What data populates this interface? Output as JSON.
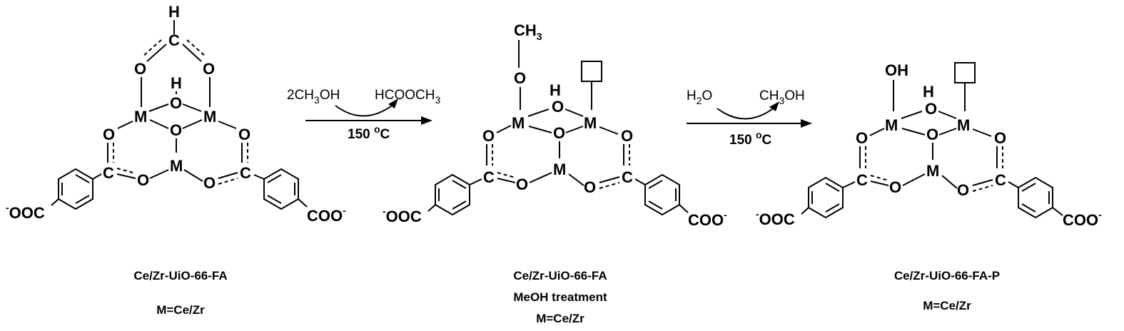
{
  "scheme": {
    "atoms": {
      "H": "H",
      "C": "C",
      "O": "O",
      "M": "M",
      "OH": "OH",
      "CH": "CH",
      "sub3": "3",
      "linker_left": "OOC",
      "linker_right": "COO",
      "minus": "-"
    },
    "step1": {
      "reagent": "2CH",
      "reagent_sub": "3",
      "reagent_tail": "OH",
      "product": "HCOOCH",
      "product_sub": "3",
      "temperature": "150 ",
      "temperature_sup": "o",
      "temperature_unit": "C"
    },
    "step2": {
      "reagent": "H",
      "reagent_sub": "2",
      "reagent_tail": "O",
      "product": "CH",
      "product_sub": "3",
      "product_tail": "OH",
      "temperature": "150 ",
      "temperature_sup": "o",
      "temperature_unit": "C"
    },
    "captions": {
      "structure1": [
        "Ce/Zr-UiO-66-FA",
        "M=Ce/Zr"
      ],
      "structure2": [
        "Ce/Zr-UiO-66-FA",
        "MeOH treatment",
        "M=Ce/Zr"
      ],
      "structure3": [
        "Ce/Zr-UiO-66-FA-P",
        "M=Ce/Zr"
      ]
    }
  }
}
